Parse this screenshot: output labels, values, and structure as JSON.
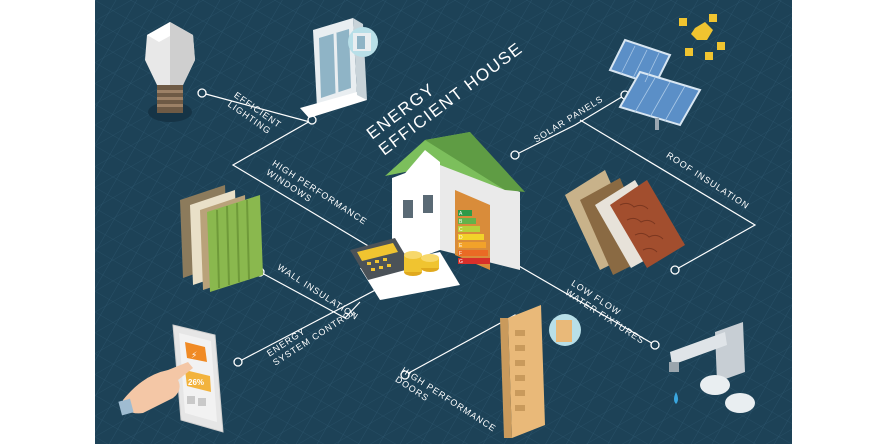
{
  "title": "ENERGY\nEFFICIENT HOUSE",
  "labels": {
    "efficient_lighting": "EFFICIENT\nLIGHTING",
    "high_performance_windows": "HIGH PERFORMANCE\nWINDOWS",
    "solar_panels": "SOLAR PANELS",
    "roof_insulation": "ROOF INSULATION",
    "wall_insulation": "WALL INSULATION",
    "energy_system_control": "ENERGY\nSYSTEM CONTROL",
    "low_flow_water_fixtures": "LOW FLOW\nWATER FIXTURES",
    "high_performance_doors": "HIGH PERFORMANCE\nDOORS"
  },
  "energy_classes": [
    "A",
    "B",
    "C",
    "D",
    "E",
    "F",
    "G"
  ],
  "tablet_percent": "26%",
  "colors": {
    "background": "#1d4257",
    "roof": "#6aa84f",
    "line": "#ffffff"
  },
  "icons": [
    "light-bulb-icon",
    "window-icon",
    "solar-panels-icon",
    "roof-insulation-icon",
    "wall-insulation-icon",
    "tablet-control-icon",
    "water-faucet-icon",
    "door-icon",
    "house-icon",
    "calculator-icon",
    "coins-icon"
  ]
}
